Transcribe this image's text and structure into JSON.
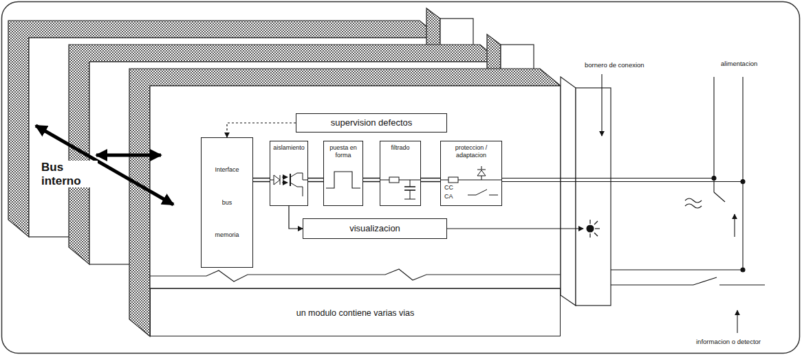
{
  "diagram": {
    "nodes": [
      {
        "text": [
          "supervision defectos"
        ]
      },
      {
        "text": [
          "Interface",
          "bus",
          "memoria"
        ]
      },
      {
        "text": [
          "aislamiento"
        ]
      },
      {
        "text": [
          "puesta en forma"
        ]
      },
      {
        "text": [
          "filtrado"
        ]
      },
      {
        "text": [
          "proteccion / adaptacion",
          "CC",
          "CA"
        ]
      },
      {
        "text": [
          "visualizacion"
        ]
      },
      {
        "text": [
          "un modulo contiene varias vias"
        ]
      }
    ],
    "edges": [
      {
        "from": 0,
        "to": 1,
        "arrow": "to"
      },
      {
        "from": 1,
        "to": 2,
        "arrow": "none"
      },
      {
        "from": 2,
        "to": 3,
        "arrow": "none"
      },
      {
        "from": 3,
        "to": 4,
        "arrow": "none"
      },
      {
        "from": 4,
        "to": 5,
        "arrow": "none"
      },
      {
        "from": 2,
        "to": 6,
        "arrow": "to"
      }
    ],
    "labels": [
      "Bus interno",
      "bornero de conexion",
      "alimentacion",
      "informacion o detector"
    ]
  }
}
